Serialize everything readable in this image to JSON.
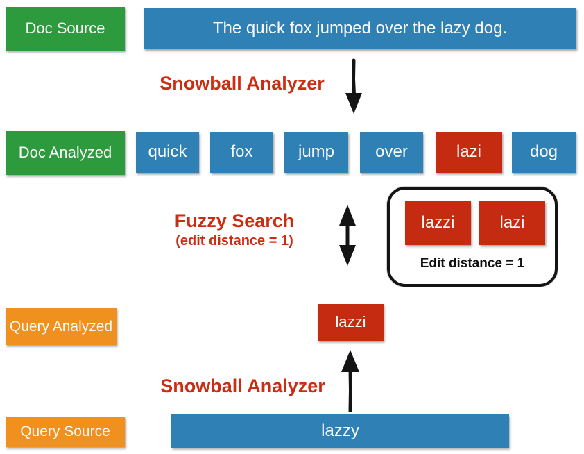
{
  "colors": {
    "green": "#2d9a3d",
    "blue": "#2f80b4",
    "red": "#c52b10",
    "orange": "#f0901e",
    "heading_red": "#cc2d12",
    "arrow_black": "#141414"
  },
  "doc_source": {
    "label": "Doc Source",
    "sentence": "The quick fox jumped over the lazy dog."
  },
  "analyzer_top": {
    "label": "Snowball Analyzer"
  },
  "doc_analyzed": {
    "label": "Doc Analyzed",
    "tokens": [
      {
        "text": "quick",
        "highlight": false
      },
      {
        "text": "fox",
        "highlight": false
      },
      {
        "text": "jump",
        "highlight": false
      },
      {
        "text": "over",
        "highlight": false
      },
      {
        "text": "lazi",
        "highlight": true
      },
      {
        "text": "dog",
        "highlight": false
      }
    ]
  },
  "fuzzy_search": {
    "title": "Fuzzy Search",
    "subtitle": "(edit distance = 1)",
    "match_panel": {
      "tokens": [
        "lazzi",
        "lazi"
      ],
      "caption": "Edit distance = 1"
    }
  },
  "query_analyzed": {
    "label": "Query Analyzed",
    "token": "lazzi"
  },
  "analyzer_bottom": {
    "label": "Snowball Analyzer"
  },
  "query_source": {
    "label": "Query Source",
    "value": "lazzy"
  }
}
